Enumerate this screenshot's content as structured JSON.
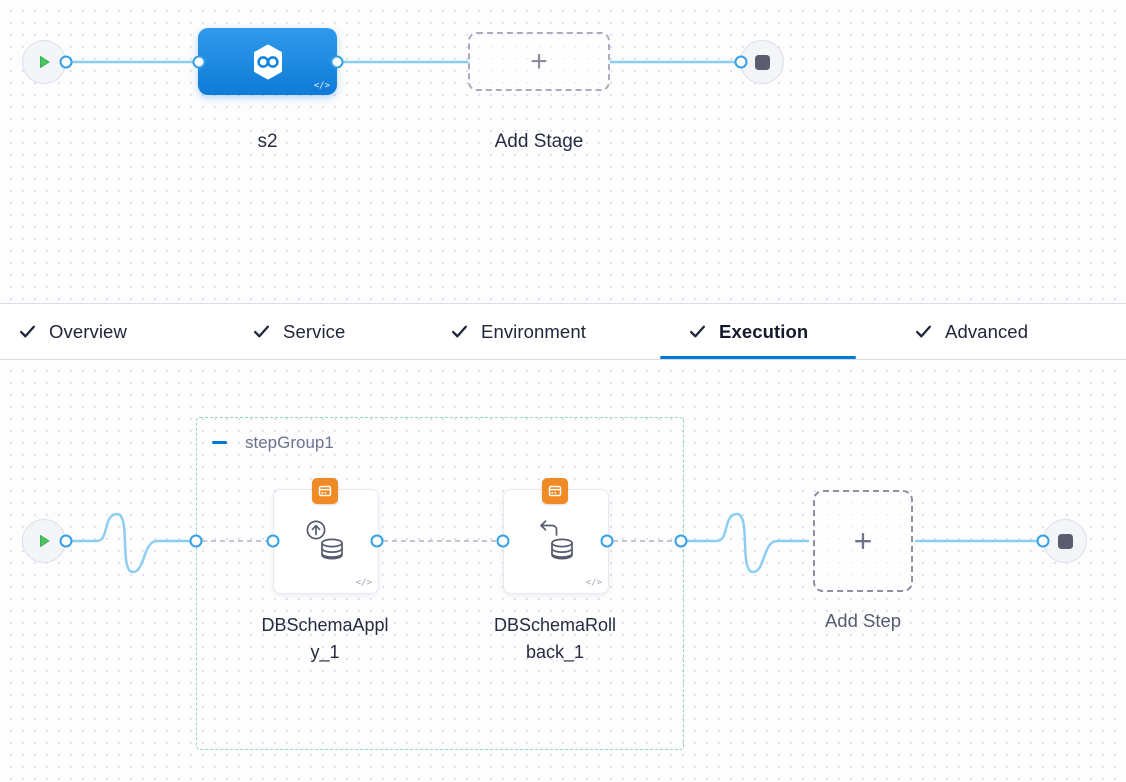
{
  "icons": {
    "plus": "+"
  },
  "stage_canvas": {
    "stage_node": {
      "label": "s2",
      "code_badge": "</>"
    },
    "add_stage_label": "Add Stage"
  },
  "tabs": [
    {
      "label": "Overview",
      "checked": true,
      "active": false
    },
    {
      "label": "Service",
      "checked": true,
      "active": false
    },
    {
      "label": "Environment",
      "checked": true,
      "active": false
    },
    {
      "label": "Execution",
      "checked": true,
      "active": true
    },
    {
      "label": "Advanced",
      "checked": true,
      "active": false
    }
  ],
  "execution_canvas": {
    "step_group_label": "stepGroup1",
    "steps": [
      {
        "name": "DBSchemaApply_1",
        "code_badge": "</>"
      },
      {
        "name": "DBSchemaRollback_1",
        "code_badge": "</>"
      }
    ],
    "add_step_label": "Add Step"
  },
  "colors": {
    "accent_blue": "#0278d5",
    "stage_node_blue": "#1b87e2",
    "connector_blue": "#8ecdf2",
    "step_group_border": "#92d8c2",
    "step_badge_orange": "#ef8a25",
    "play_green": "#4fc264",
    "stop_gray": "#5b5c6f"
  }
}
